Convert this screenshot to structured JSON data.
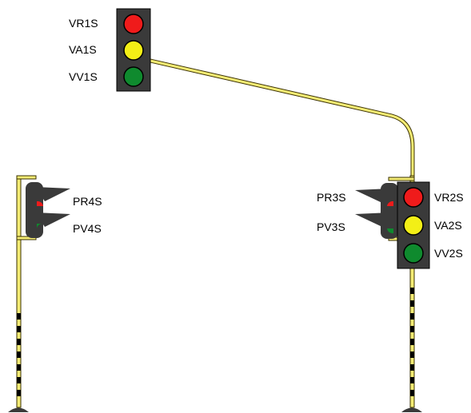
{
  "colors": {
    "red": "#ef1b1b",
    "yellow": "#f3ef16",
    "green": "#0f8a2e",
    "housing": "#3a3a3a",
    "pole": "#f4ec74",
    "pole_outline": "#3a3000",
    "stripe": "#000000"
  },
  "signals": {
    "overhead": {
      "labels": {
        "red": "VR1S",
        "yellow": "VA1S",
        "green": "VV1S"
      }
    },
    "right_main": {
      "labels": {
        "red": "VR2S",
        "yellow": "VA2S",
        "green": "VV2S"
      }
    },
    "right_pedestrian": {
      "labels": {
        "red": "PR3S",
        "green": "PV3S"
      }
    },
    "left_pedestrian": {
      "labels": {
        "red": "PR4S",
        "green": "PV4S"
      }
    }
  }
}
